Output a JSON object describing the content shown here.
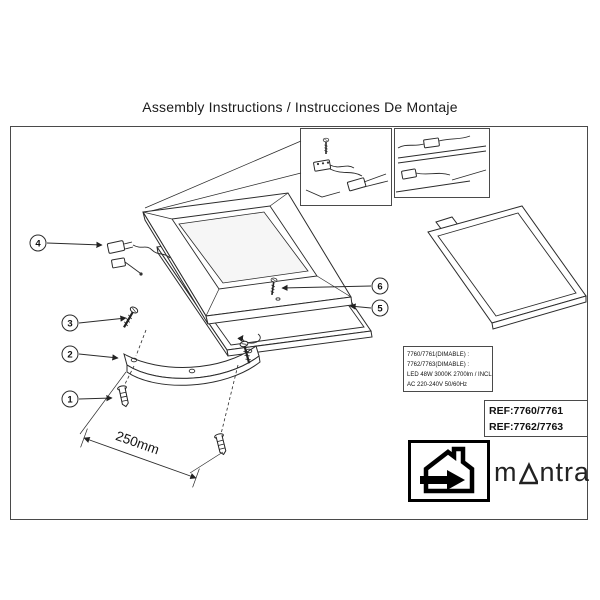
{
  "title": "Assembly Instructions / Instrucciones De Montaje",
  "callouts": [
    "1",
    "2",
    "3",
    "4",
    "5",
    "6"
  ],
  "dimension_label": "250mm",
  "specs": [
    "7760/7761(DIMABLE) :",
    "7762/7763(DIMABLE) :",
    "LED   48W 3000K 2700lm / INCL.",
    "AC 220-240V  50/60Hz"
  ],
  "refs": [
    "REF:7760/7761",
    "REF:7762/7763"
  ],
  "brand": {
    "prefix": "m",
    "suffix": "ntra"
  },
  "colors": {
    "ink": "#2b2b2b",
    "paper": "#ffffff"
  }
}
